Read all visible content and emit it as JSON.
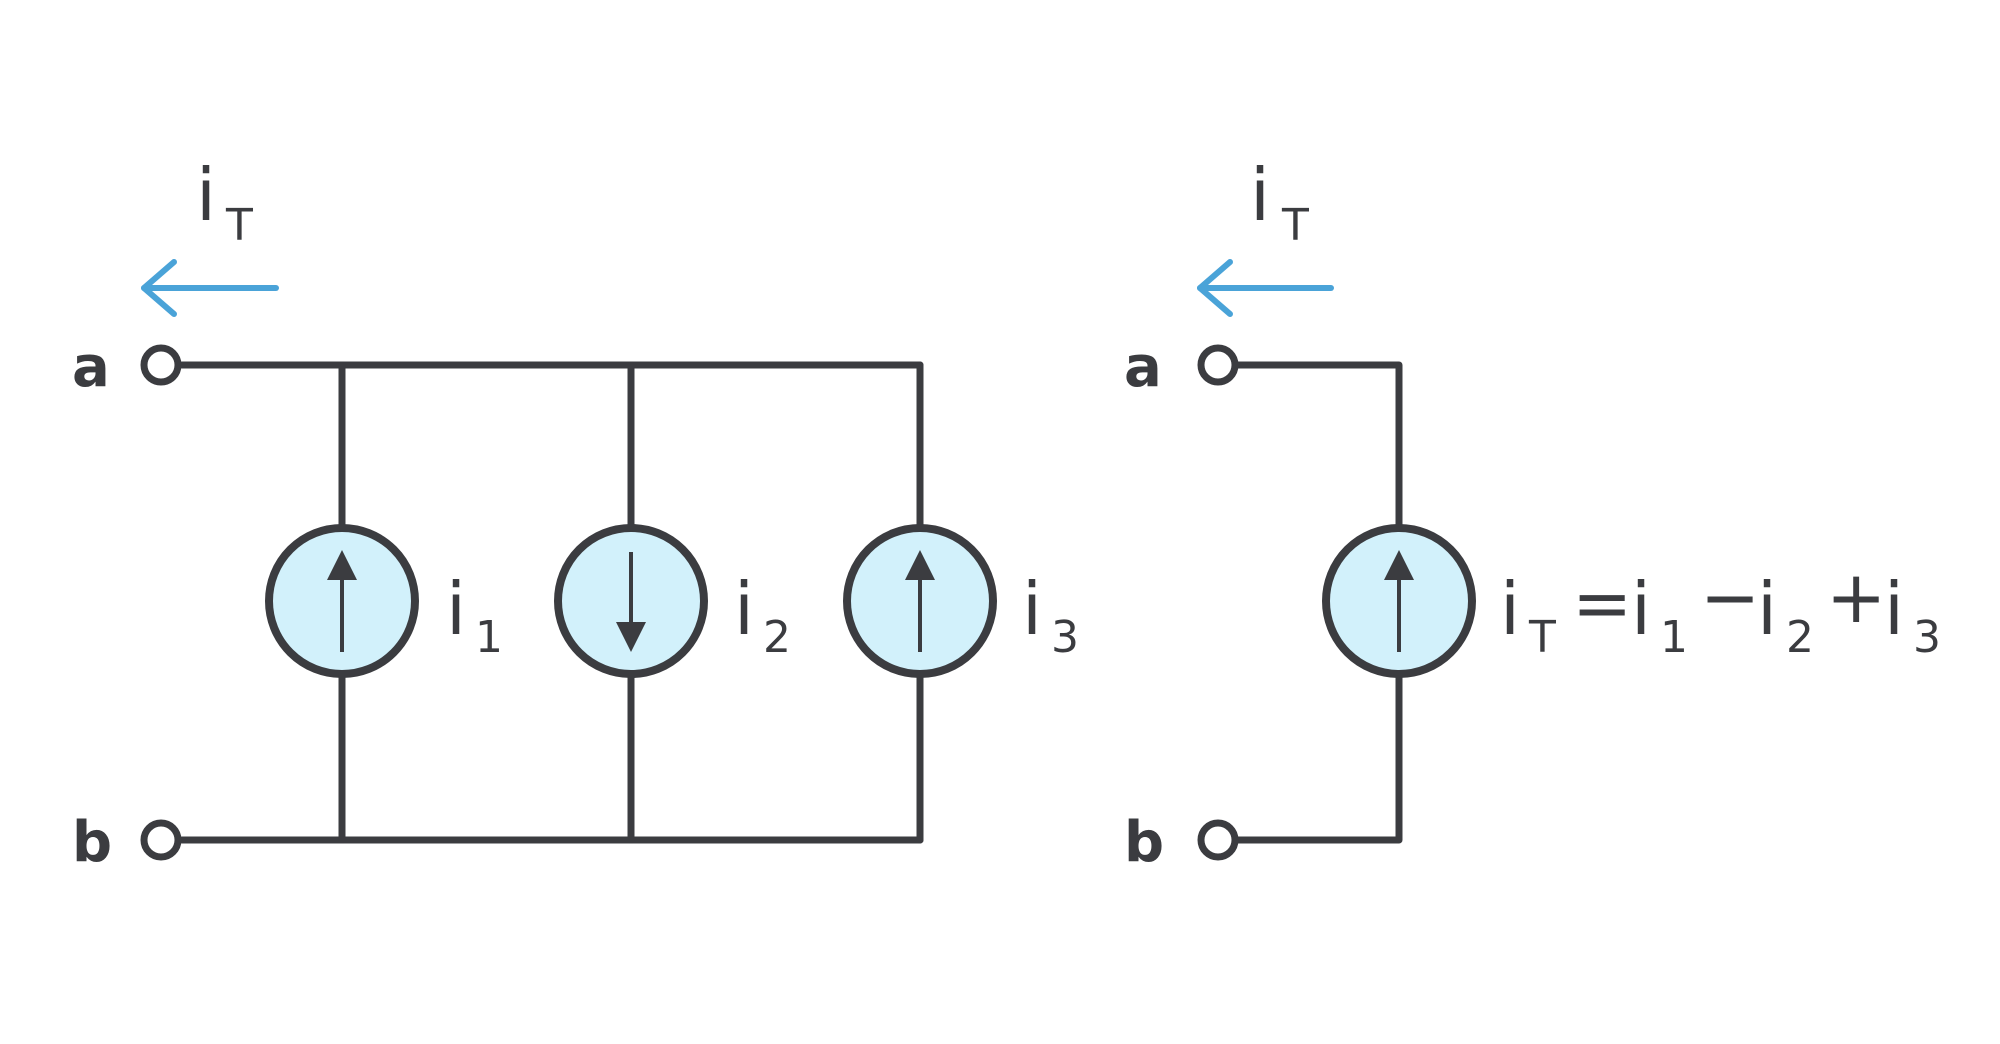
{
  "left_circuit": {
    "total_current": {
      "symbol": "i",
      "subscript": "T"
    },
    "terminal_a": "a",
    "terminal_b": "b",
    "sources": [
      {
        "symbol": "i",
        "subscript": "1",
        "direction": "up"
      },
      {
        "symbol": "i",
        "subscript": "2",
        "direction": "down"
      },
      {
        "symbol": "i",
        "subscript": "3",
        "direction": "up"
      }
    ]
  },
  "right_circuit": {
    "total_current": {
      "symbol": "i",
      "subscript": "T"
    },
    "terminal_a": "a",
    "terminal_b": "b",
    "source": {
      "direction": "up"
    },
    "equation": {
      "lhs": {
        "symbol": "i",
        "subscript": "T"
      },
      "equals": "=",
      "terms": [
        {
          "symbol": "i",
          "subscript": "1"
        },
        {
          "operator": "−",
          "symbol": "i",
          "subscript": "2"
        },
        {
          "operator": "+",
          "symbol": "i",
          "subscript": "3"
        }
      ]
    }
  },
  "colors": {
    "wire": "#3b3c40",
    "source_fill": "#d2f1fb",
    "current_arrow": "#4aa3d8"
  }
}
